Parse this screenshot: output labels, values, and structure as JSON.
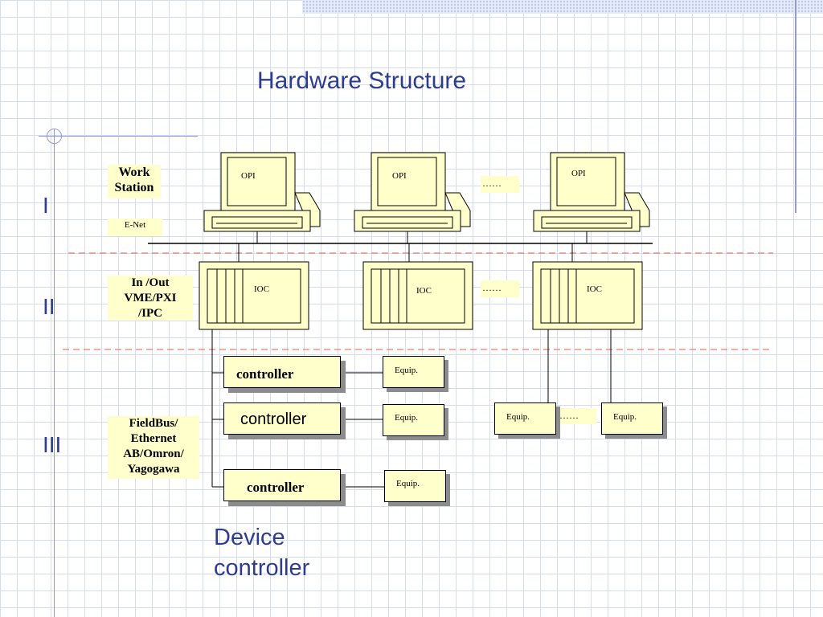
{
  "title": "Hardware  Structure",
  "levels": [
    "I",
    "II",
    "III"
  ],
  "labels": {
    "workstation": [
      "Work",
      "Station"
    ],
    "enet": "E-Net",
    "inout": [
      "In /Out",
      "VME/PXI",
      "/IPC"
    ],
    "fieldbus": [
      "FieldBus/",
      "Ethernet",
      "AB/Omron/",
      "Yagogawa"
    ]
  },
  "opi": [
    "OPI",
    "OPI",
    "OPI"
  ],
  "ioc": [
    "IOC",
    "IOC",
    "IOC"
  ],
  "ellipsis": "……",
  "controllers": [
    "controller",
    "controller",
    "controller"
  ],
  "equips": [
    "Equip.",
    "Equip.",
    "Equip.",
    "Equip.",
    "Equip."
  ],
  "device_controller": "Device controller",
  "colors": {
    "box_fill": "#ffffcc",
    "accent_text": "#2e3c8f",
    "separator": "#e8603c",
    "grid": "#d6dcef"
  }
}
